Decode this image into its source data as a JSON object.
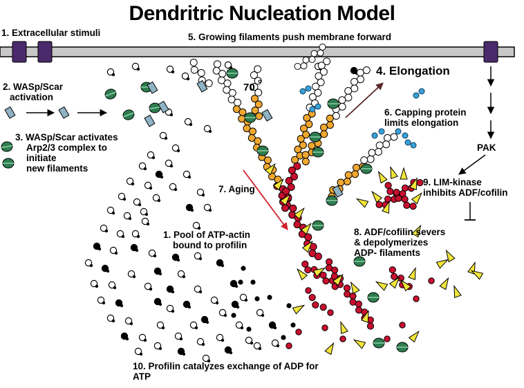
{
  "title": "Dendritric Nucleation Model",
  "labels": {
    "extracellular": "1. Extracellular stimuli",
    "growing": "5. Growing filaments push membrane forward",
    "wasp_activation_1": "2. WASp/Scar",
    "wasp_activation_2": "activation",
    "arp_1": "3. WASp/Scar activates",
    "arp_2": "Arp2/3 complex to",
    "arp_3": "initiate",
    "arp_4": "new filaments",
    "angle": "70",
    "angle_unit": "°",
    "elongation": "4. Elongation",
    "capping_1": "6. Capping protein",
    "capping_2": "limits elongation",
    "pak": "PAK",
    "aging": "7. Aging",
    "limk_1": "9. LIM-kinase",
    "limk_2": "inhibits ADF/cofilin",
    "pool_1": "1. Pool of ATP-actin",
    "pool_2": "bound to profilin",
    "adf_1": "8. ADF/cofilin severs",
    "adf_2": "& depolymerizes",
    "adf_3": "ADP- filaments",
    "profilin_1": "10.  Profilin catalyzes exchange of ADP for",
    "profilin_2": "ATP"
  },
  "colors": {
    "membrane": "#c8c8c8",
    "receptor": "#4a2a6a",
    "wasp": "#8fb3c4",
    "arp23": "#2e7d4f",
    "actin_atp": "#ffffff",
    "actin_adp_pi": "#f0a830",
    "actin_adp": "#c8102e",
    "capping": "#3aa0d8",
    "cofilin": "#f2e63a",
    "arrow_dark": "#5a2a2a",
    "arrow_red": "#d0202a"
  }
}
